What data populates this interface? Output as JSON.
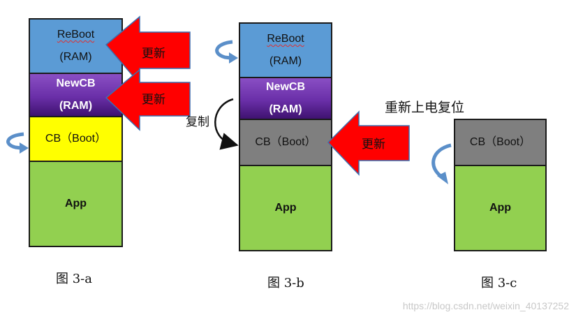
{
  "diagram_a": {
    "reboot_line1": "ReBoot",
    "reboot_line2": "(RAM)",
    "newcb_line1": "NewCB",
    "newcb_line2": "(RAM)",
    "cb_label": "CB（Boot）",
    "app_label": "App",
    "arrow1_label": "更新",
    "arrow2_label": "更新",
    "caption": "图 3-a"
  },
  "diagram_b": {
    "reboot_line1": "ReBoot",
    "reboot_line2": "(RAM)",
    "newcb_line1": "NewCB",
    "newcb_line2": "(RAM)",
    "cb_label": "CB（Boot）",
    "app_label": "App",
    "copy_label": "复制",
    "arrow_label": "更新",
    "caption": "图 3-b"
  },
  "diagram_c": {
    "title": "重新上电复位",
    "cb_label": "CB（Boot）",
    "app_label": "App",
    "caption": "图 3-c"
  },
  "watermark": "https://blog.csdn.net/weixin_40137252",
  "colors": {
    "reboot_blue": "#5b9bd5",
    "newcb_purple": "#7030a0",
    "cb_yellow": "#ffff00",
    "cb_gray": "#7f7f7f",
    "app_green": "#92d050",
    "arrow_red": "#ff0000",
    "loop_arrow_blue": "#5b8fc9"
  }
}
